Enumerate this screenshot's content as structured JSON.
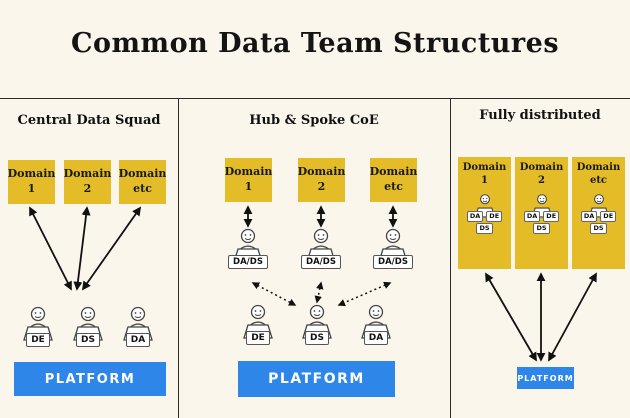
{
  "title": "Common Data Team Structures",
  "colors": {
    "domain_yellow": "#E3BC28",
    "platform_blue": "#2E86E9",
    "background": "#FAF6EC"
  },
  "icons": {
    "person": "person-laptop-icon"
  },
  "columns": [
    {
      "header": "Central Data Squad",
      "domains": [
        "Domain 1",
        "Domain 2",
        "Domain etc"
      ],
      "roles": [
        "DE",
        "DS",
        "DA"
      ],
      "platform": "PLATFORM"
    },
    {
      "header": "Hub & Spoke CoE",
      "domains": [
        "Domain 1",
        "Domain 2",
        "Domain etc"
      ],
      "spoke_roles": [
        "DA/DS",
        "DA/DS",
        "DA/DS"
      ],
      "roles": [
        "DE",
        "DS",
        "DA"
      ],
      "platform": "PLATFORM"
    },
    {
      "header": "Fully distributed",
      "domains": [
        "Domain 1",
        "Domain 2",
        "Domain etc"
      ],
      "embedded_roles": [
        "DA",
        "DE",
        "DS"
      ],
      "platform": "PLATFORM"
    }
  ]
}
